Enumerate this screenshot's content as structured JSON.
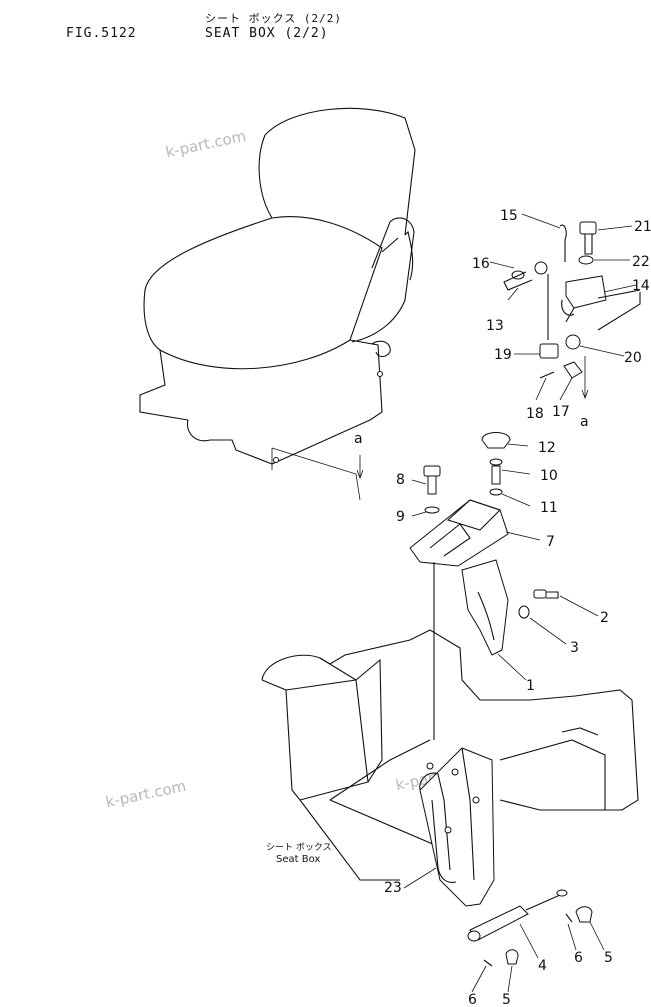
{
  "header": {
    "fig_number": "FIG.5122",
    "title_jp": "シート ボックス (2/2)",
    "title_en": "SEAT BOX (2/2)"
  },
  "watermarks": [
    "k-part.com",
    "k-part.com",
    "k-part.com"
  ],
  "view_marker": "a",
  "labels": {
    "seat_box_jp": "シート ボックス",
    "seat_box_en": "Seat Box"
  },
  "callouts": [
    "15",
    "21",
    "16",
    "22",
    "14",
    "13",
    "19",
    "20",
    "18",
    "17",
    "12",
    "10",
    "8",
    "11",
    "9",
    "7",
    "2",
    "3",
    "1",
    "23",
    "4",
    "6",
    "5",
    "6",
    "5"
  ]
}
